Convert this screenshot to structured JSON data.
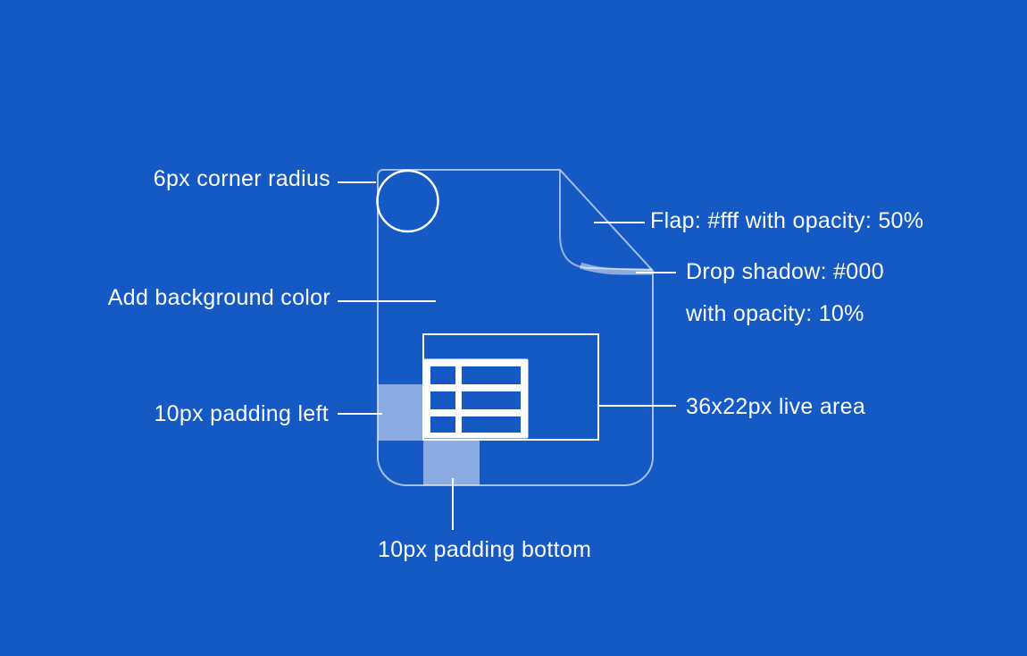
{
  "colors": {
    "background": "#1459C4",
    "foreground": "#FFFFFF",
    "overlay_white_50": "#FFFFFF80",
    "effective_overlay": "#8AACE2"
  },
  "annotations": {
    "corner_radius": {
      "label": "6px corner radius"
    },
    "background_color": {
      "label": "Add background color"
    },
    "padding_left": {
      "label": "10px padding left"
    },
    "padding_bottom": {
      "label": "10px padding bottom"
    },
    "flap": {
      "label": "Flap: #fff with opacity: 50%"
    },
    "drop_shadow": {
      "line1": "Drop shadow: #000",
      "line2": "with opacity: 10%"
    },
    "live_area": {
      "label": "36x22px live area"
    }
  },
  "icon": {
    "name": "table-icon"
  }
}
